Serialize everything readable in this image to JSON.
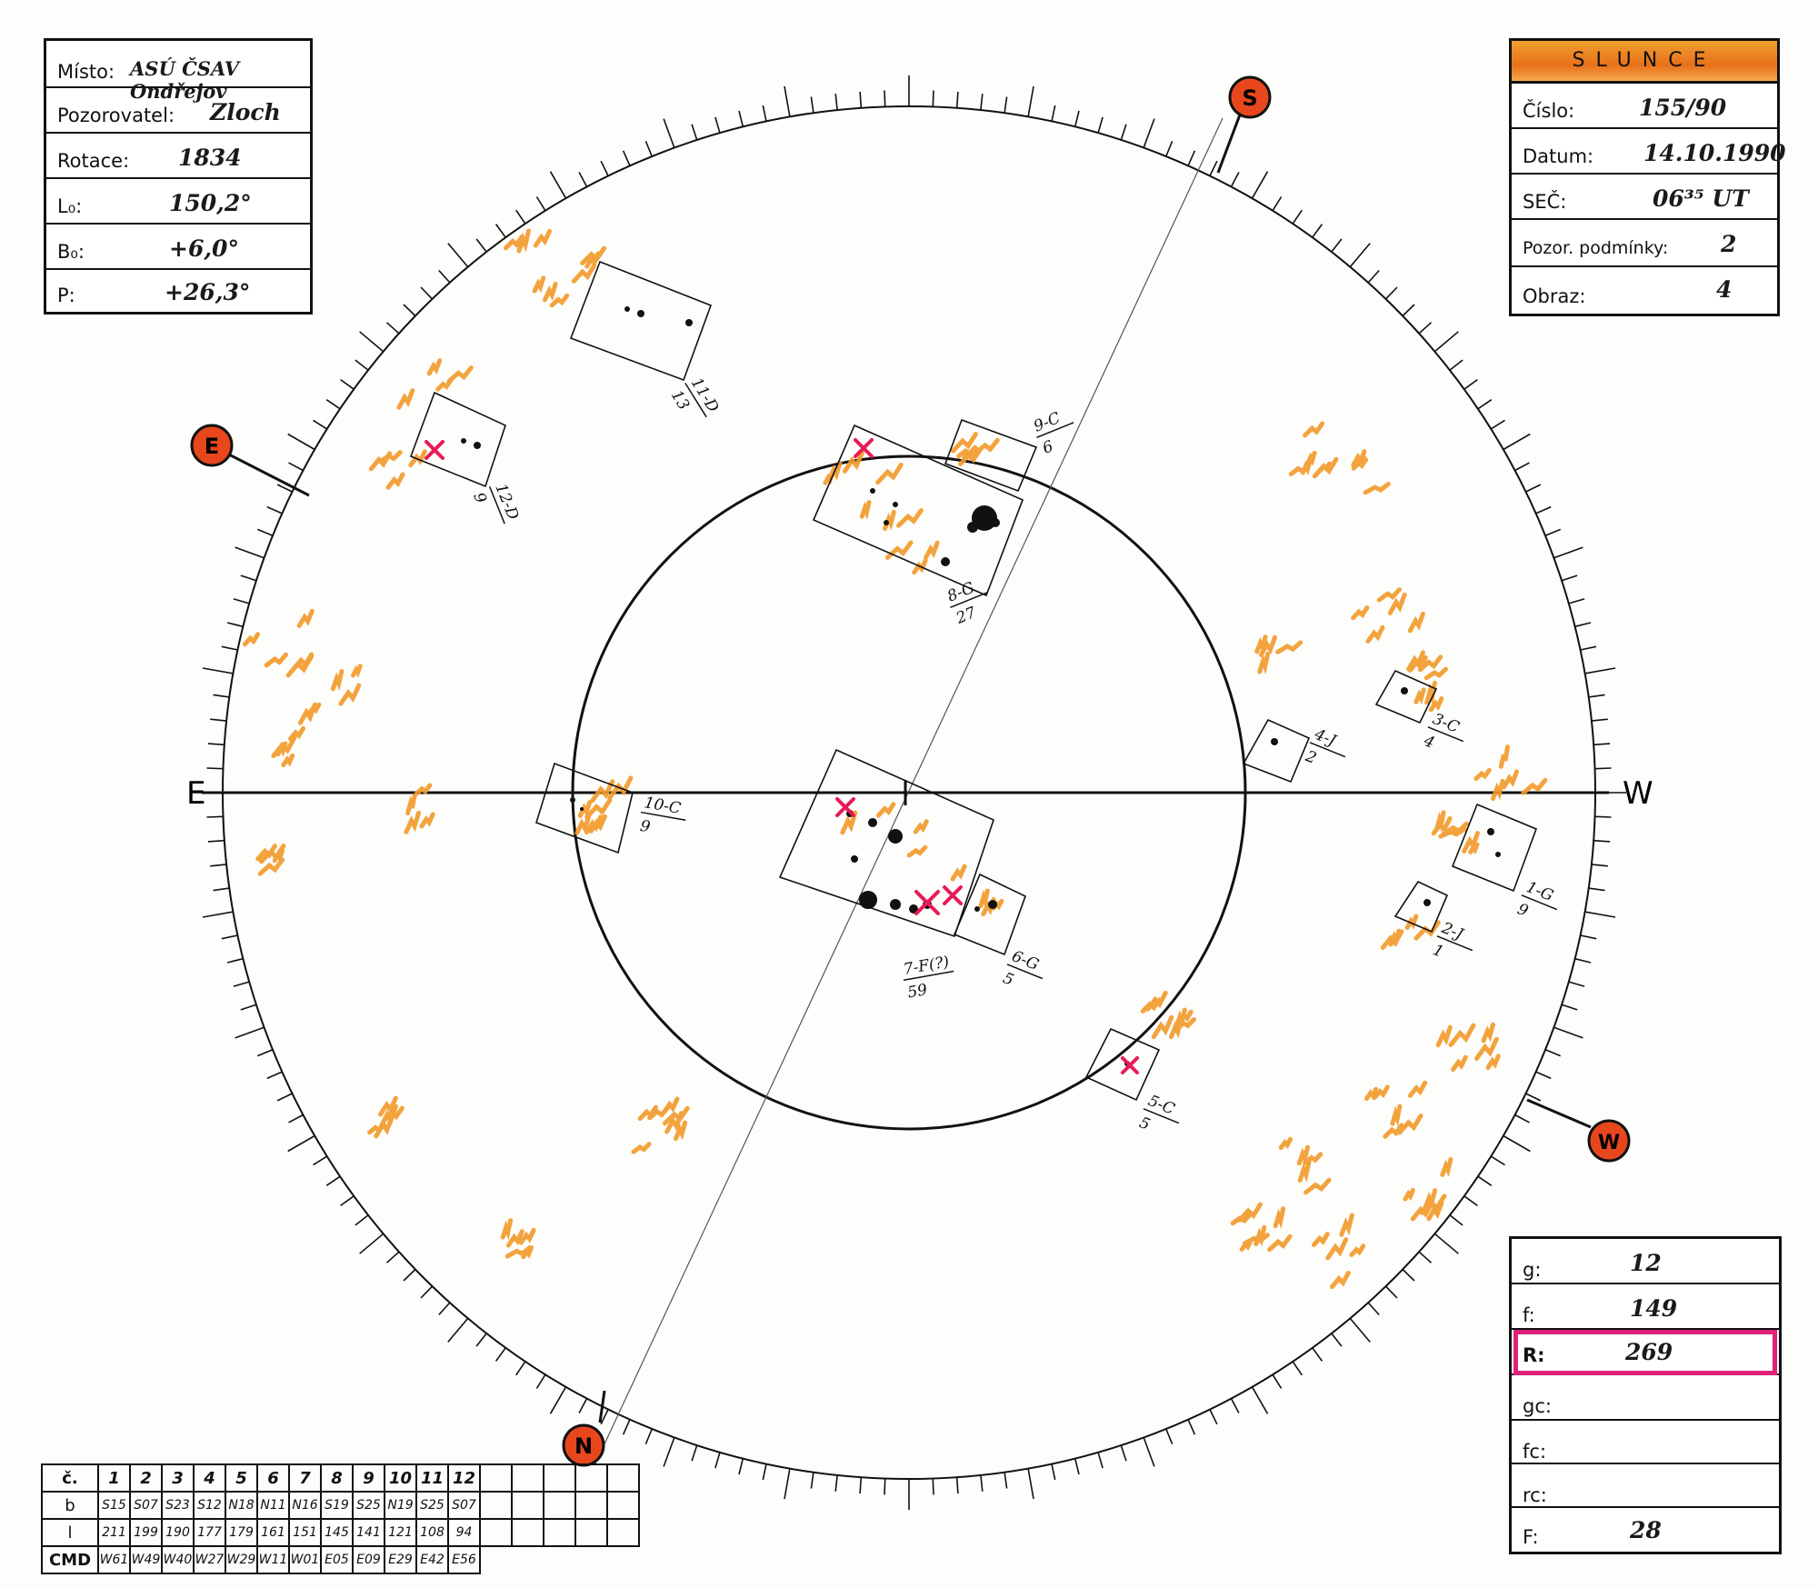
{
  "info_left": {
    "rows": [
      {
        "label": "Místo:",
        "value": "ASÚ ČSAV Ondřejov"
      },
      {
        "label": "Pozorovatel:",
        "value": "Zloch"
      },
      {
        "label": "Rotace:",
        "value": "1834"
      },
      {
        "label": "L₀:",
        "value": "150,2°"
      },
      {
        "label": "B₀:",
        "value": "+6,0°"
      },
      {
        "label": "P:",
        "value": "+26,3°"
      }
    ]
  },
  "info_right": {
    "header": "SLUNCE",
    "rows": [
      {
        "label": "Číslo:",
        "value": "155/90"
      },
      {
        "label": "Datum:",
        "value": "14.10.1990"
      },
      {
        "label": "SEČ:",
        "value": "06³⁵ UT"
      },
      {
        "label": "Pozor. podmínky:",
        "value": "2"
      },
      {
        "label": "Obraz:",
        "value": "4"
      }
    ]
  },
  "counts": {
    "rows": [
      {
        "label": "g:",
        "value": "12"
      },
      {
        "label": "f:",
        "value": "149"
      },
      {
        "label": "R:",
        "value": "269"
      },
      {
        "label": "gc:",
        "value": ""
      },
      {
        "label": "fc:",
        "value": ""
      },
      {
        "label": "rc:",
        "value": ""
      },
      {
        "label": "F:",
        "value": "28"
      }
    ]
  },
  "compass": {
    "E": "E",
    "W": "W",
    "S_marker": "S",
    "E_marker": "E",
    "N_marker": "N",
    "W_marker": "W"
  },
  "groups": [
    {
      "id": "1-G",
      "count": "9"
    },
    {
      "id": "2-J",
      "count": "1"
    },
    {
      "id": "3-C",
      "count": "4"
    },
    {
      "id": "4-J",
      "count": "2"
    },
    {
      "id": "5-C",
      "count": "5"
    },
    {
      "id": "6-G",
      "count": "5"
    },
    {
      "id": "7-F(?)",
      "count": "59"
    },
    {
      "id": "8-G",
      "count": "27"
    },
    {
      "id": "9-C",
      "count": "6"
    },
    {
      "id": "10-C",
      "count": "9"
    },
    {
      "id": "11-D",
      "count": "13"
    },
    {
      "id": "12-D",
      "count": "9"
    }
  ],
  "cmd_table": {
    "row_labels": [
      "č.",
      "b",
      "l",
      "CMD"
    ],
    "numbers": [
      "1",
      "2",
      "3",
      "4",
      "5",
      "6",
      "7",
      "8",
      "9",
      "10",
      "11",
      "12"
    ],
    "b": [
      "S15",
      "S07",
      "S23",
      "S12",
      "N18",
      "N11",
      "N16",
      "S19",
      "S25",
      "N19",
      "S25",
      "S07"
    ],
    "l": [
      "211",
      "199",
      "190",
      "177",
      "179",
      "161",
      "151",
      "145",
      "141",
      "121",
      "108",
      "94"
    ],
    "cmd": [
      "W61",
      "W49",
      "W40",
      "W27",
      "W29",
      "W11",
      "W01",
      "E05",
      "E09",
      "E29",
      "E42",
      "E56"
    ],
    "empty_columns": 5
  },
  "colors": {
    "faculae": "#f39a2a",
    "marker_fill": "#e8471e",
    "highlight": "#e0207a",
    "cross": "#e81a55"
  }
}
